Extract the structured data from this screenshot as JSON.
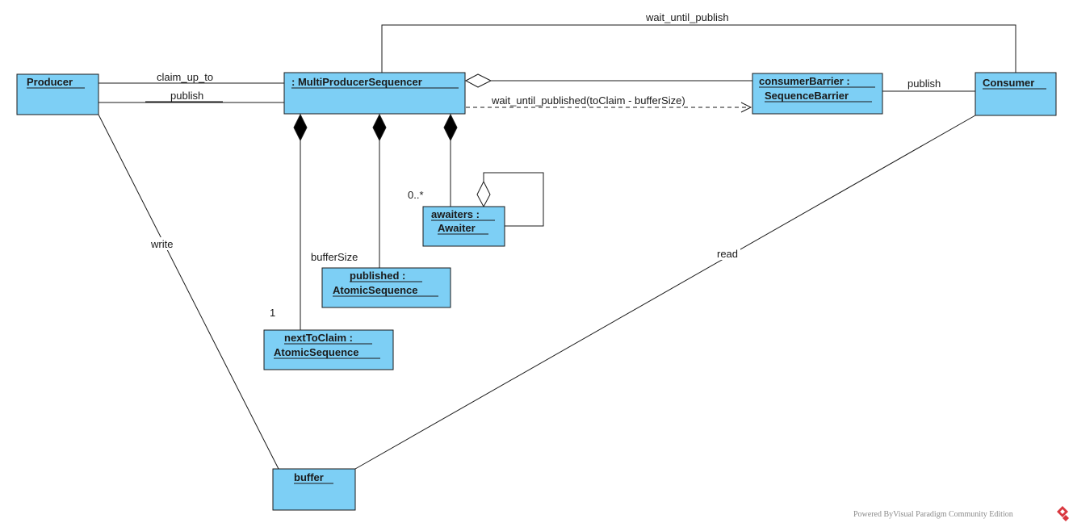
{
  "objects": {
    "producer": "Producer",
    "sequencer": ": MultiProducerSequencer",
    "barrier_line1": "consumerBarrier :",
    "barrier_line2": "SequenceBarrier",
    "consumer": "Consumer",
    "awaiters_line1": "awaiters :",
    "awaiters_line2": "Awaiter",
    "published_line1": "published :",
    "published_line2": "AtomicSequence",
    "next_line1": "nextToClaim :",
    "next_line2": "AtomicSequence",
    "buffer": "buffer"
  },
  "labels": {
    "claim_up_to": "claim_up_to",
    "publish_producer": "publish",
    "wait_until_publish": "wait_until_publish",
    "publish_consumer": "publish",
    "wait_until_published": "wait_until_published(toClaim - bufferSize)",
    "write": "write",
    "read": "read",
    "mult_awaiters": "0..*",
    "mult_published": "bufferSize",
    "mult_next": "1"
  },
  "footer": "Powered ByVisual Paradigm Community Edition",
  "colors": {
    "object_fill": "#7dcff5",
    "stroke": "#1a1a1a",
    "logo": "#d9373f"
  }
}
